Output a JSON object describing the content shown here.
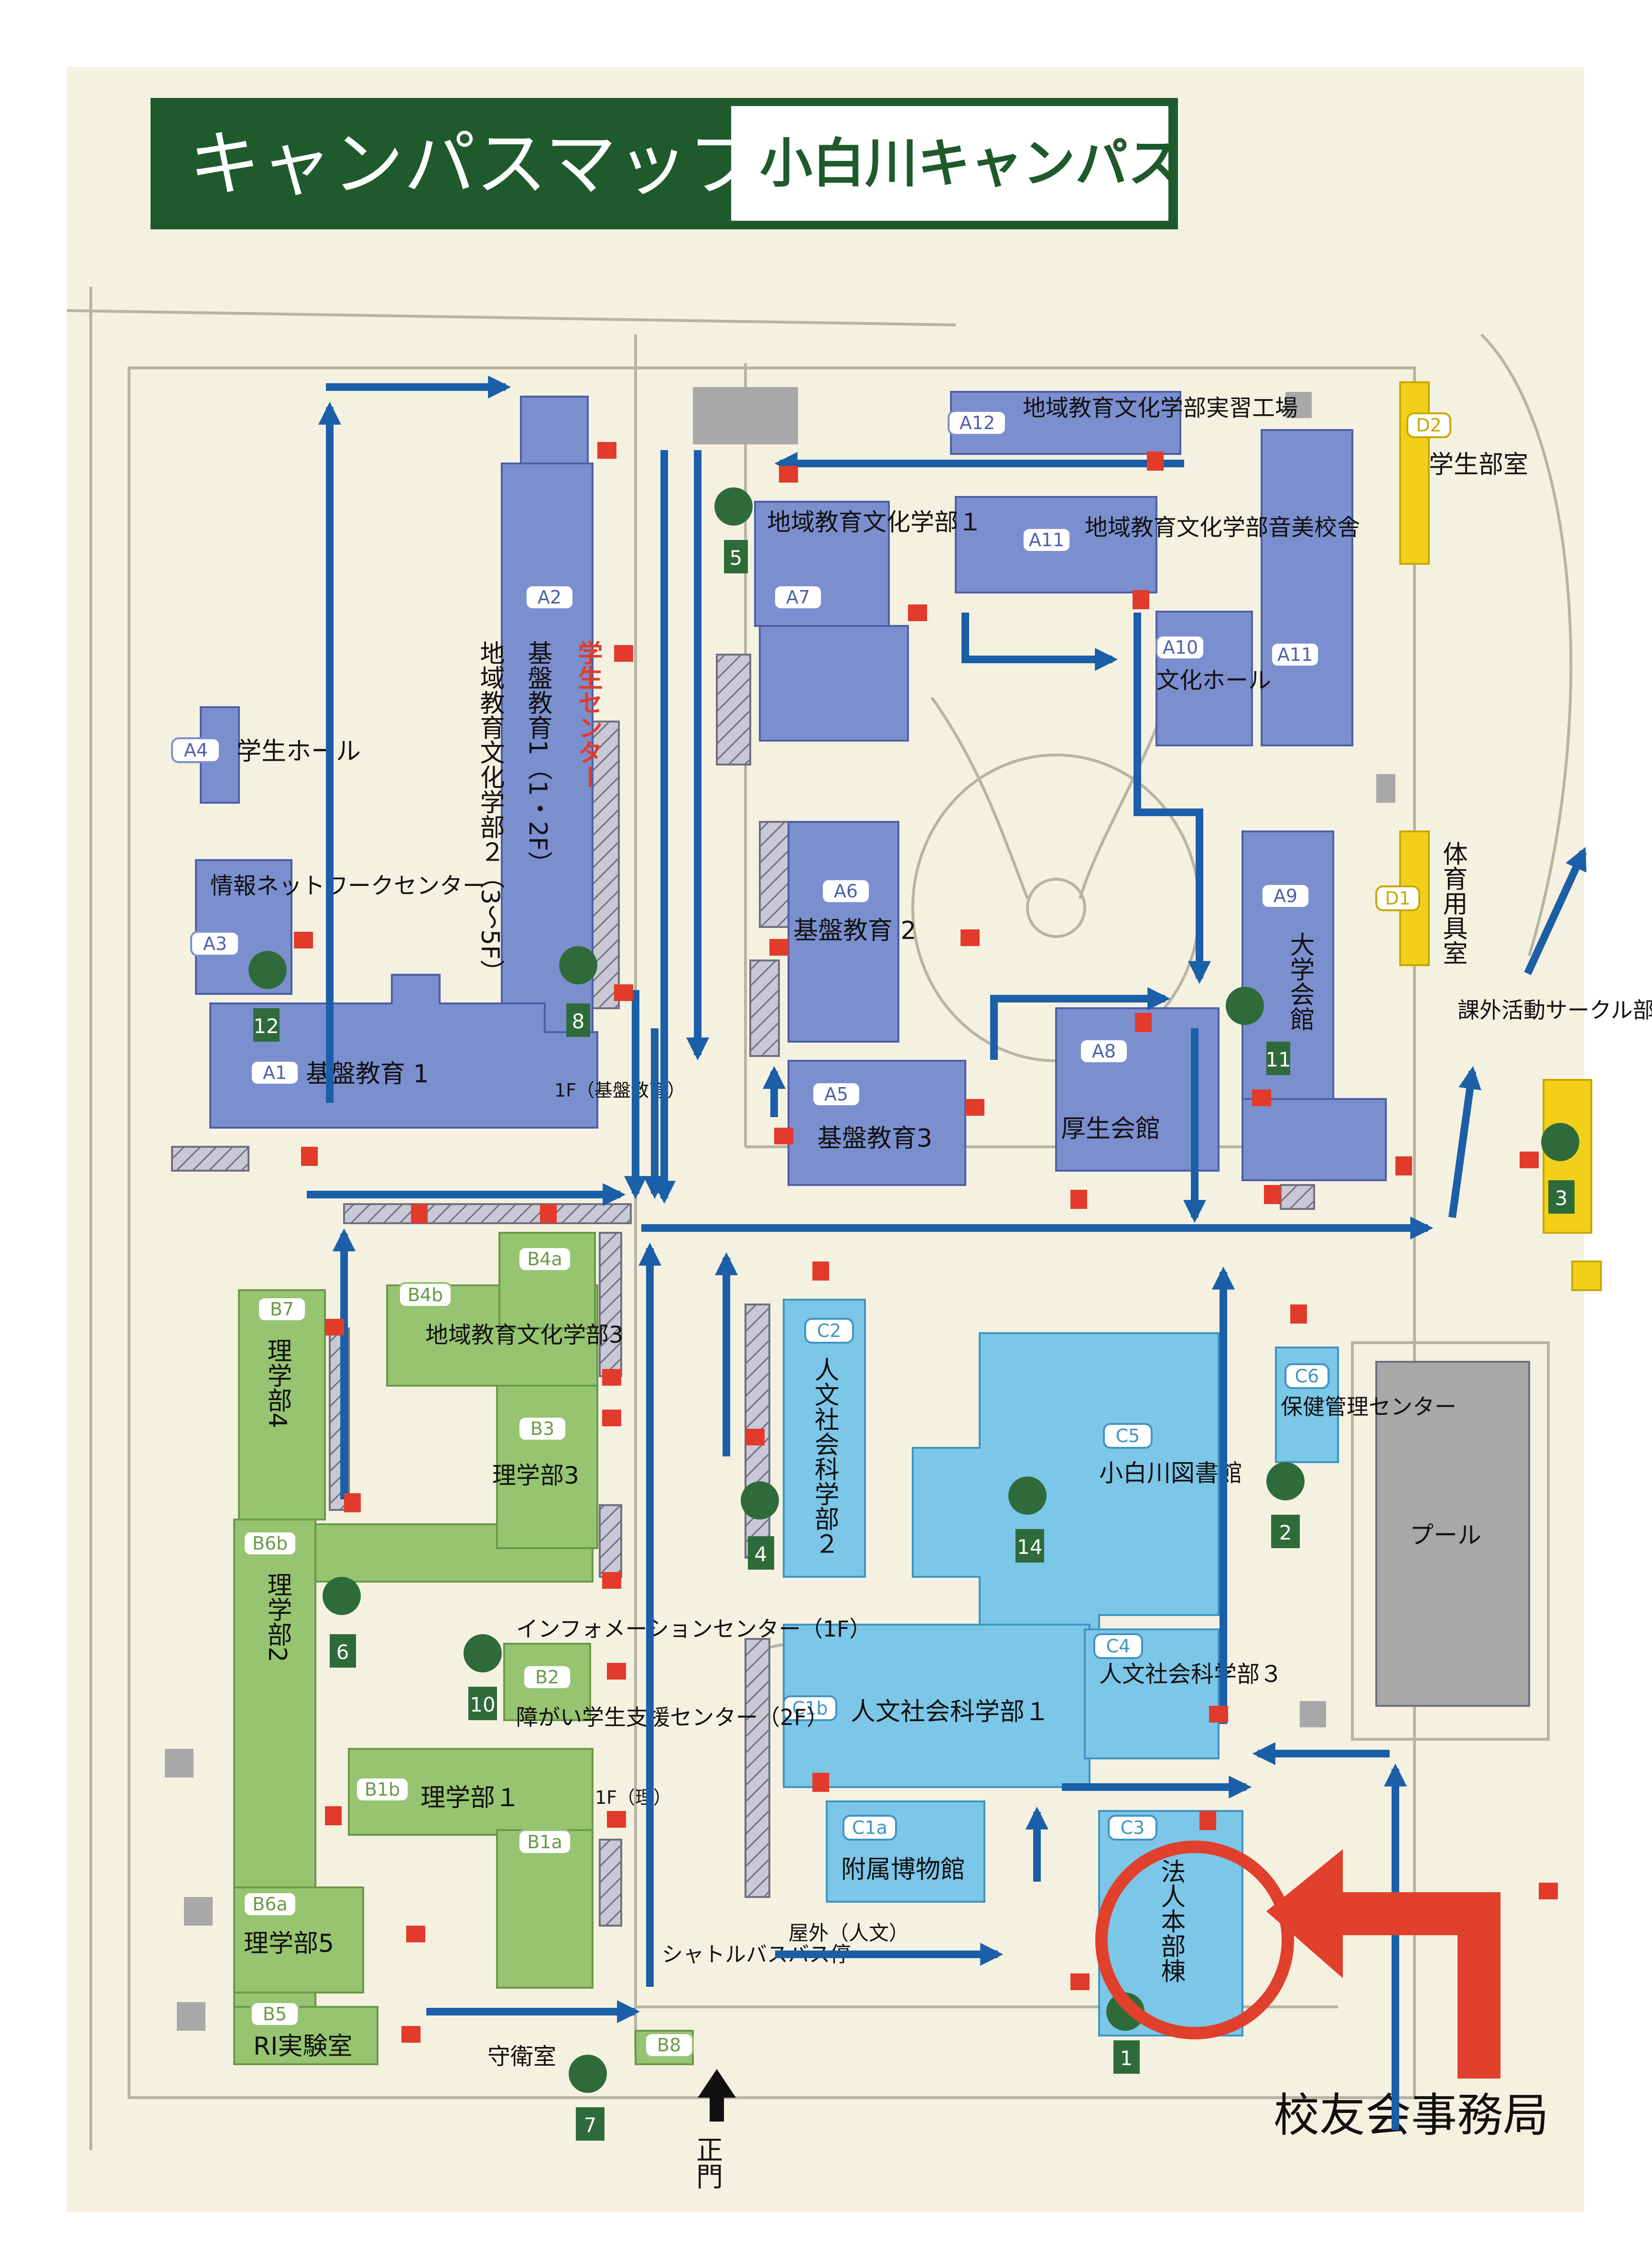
{
  "header": {
    "title": "キャンパスマップ",
    "campus": "小白川キャンパス"
  },
  "colors": {
    "background": "#f5f1e0",
    "header_green": "#1f5a2c",
    "blue_building": "#7b8fcf",
    "green_building": "#97c471",
    "lightblue_building": "#7cc6e8",
    "yellow_building": "#f2d019",
    "route_arrow": "#1a5fa8",
    "entrance_arrow": "#e23b2b",
    "marker": "#2f6b3a",
    "highlight": "#e0402c"
  },
  "buildings": {
    "A1": {
      "code": "A1",
      "name": "基盤教育 1"
    },
    "A2": {
      "code": "A2",
      "name": "基盤教育1（1・2F）",
      "name2": "地域教育文化学部２（3～5F）"
    },
    "A3": {
      "code": "A3",
      "name": "情報ネットワークセンター"
    },
    "A4": {
      "code": "A4",
      "name": "学生ホール"
    },
    "A5": {
      "code": "A5",
      "name": "基盤教育3"
    },
    "A6": {
      "code": "A6",
      "name": "基盤教育 2"
    },
    "A7": {
      "code": "A7",
      "name": "地域教育文化学部１"
    },
    "A8": {
      "code": "A8",
      "name": "厚生会館"
    },
    "A9": {
      "code": "A9",
      "name": "大学会館"
    },
    "A10": {
      "code": "A10",
      "name": "文化ホール"
    },
    "A11": {
      "code": "A11",
      "name": "地域教育文化学部音美校舎"
    },
    "A12": {
      "code": "A12",
      "name": "地域教育文化学部実習工場"
    },
    "B1a": {
      "code": "B1a",
      "name": ""
    },
    "B1b": {
      "code": "B1b",
      "name": "理学部１"
    },
    "B2": {
      "code": "B2",
      "name": "インフォメーションセンター（1F）",
      "name2": "障がい学生支援センター（2F）"
    },
    "B3": {
      "code": "B3",
      "name": "理学部3"
    },
    "B4a": {
      "code": "B4a",
      "name": ""
    },
    "B4b": {
      "code": "B4b",
      "name": "地域教育文化学部3"
    },
    "B5": {
      "code": "B5",
      "name": "RI実験室"
    },
    "B6a": {
      "code": "B6a",
      "name": "理学部5"
    },
    "B6b": {
      "code": "B6b",
      "name": "理学部2"
    },
    "B7": {
      "code": "B7",
      "name": "理学部4"
    },
    "B8": {
      "code": "B8",
      "name": "守衛室"
    },
    "C1a": {
      "code": "C1a",
      "name": "附属博物館"
    },
    "C1b": {
      "code": "C1b",
      "name": "人文社会科学部１"
    },
    "C2": {
      "code": "C2",
      "name": "人文社会科学部２"
    },
    "C3": {
      "code": "C3",
      "name": "法人本部棟"
    },
    "C4": {
      "code": "C4",
      "name": "人文社会科学部３"
    },
    "C5": {
      "code": "C5",
      "name": "小白川図書館"
    },
    "C6": {
      "code": "C6",
      "name": "保健管理センター"
    },
    "D1": {
      "code": "D1",
      "name": "体育用具室"
    },
    "D2": {
      "code": "D2",
      "name": "学生部室"
    }
  },
  "labels": {
    "student_center": "学生センター",
    "club_room": "課外活動サークル部",
    "pool": "プール",
    "outdoor": "屋外（人文）",
    "bus": "シャトルバスバス停",
    "floor_kiban": "1F（基盤教育）",
    "floor_ri": "1F（理）",
    "main_gate": "正門",
    "alumni_office": "校友会事務局"
  },
  "aed_markers": [
    "1",
    "2",
    "3",
    "4",
    "5",
    "6",
    "7",
    "8",
    "10",
    "11",
    "12",
    "14"
  ]
}
